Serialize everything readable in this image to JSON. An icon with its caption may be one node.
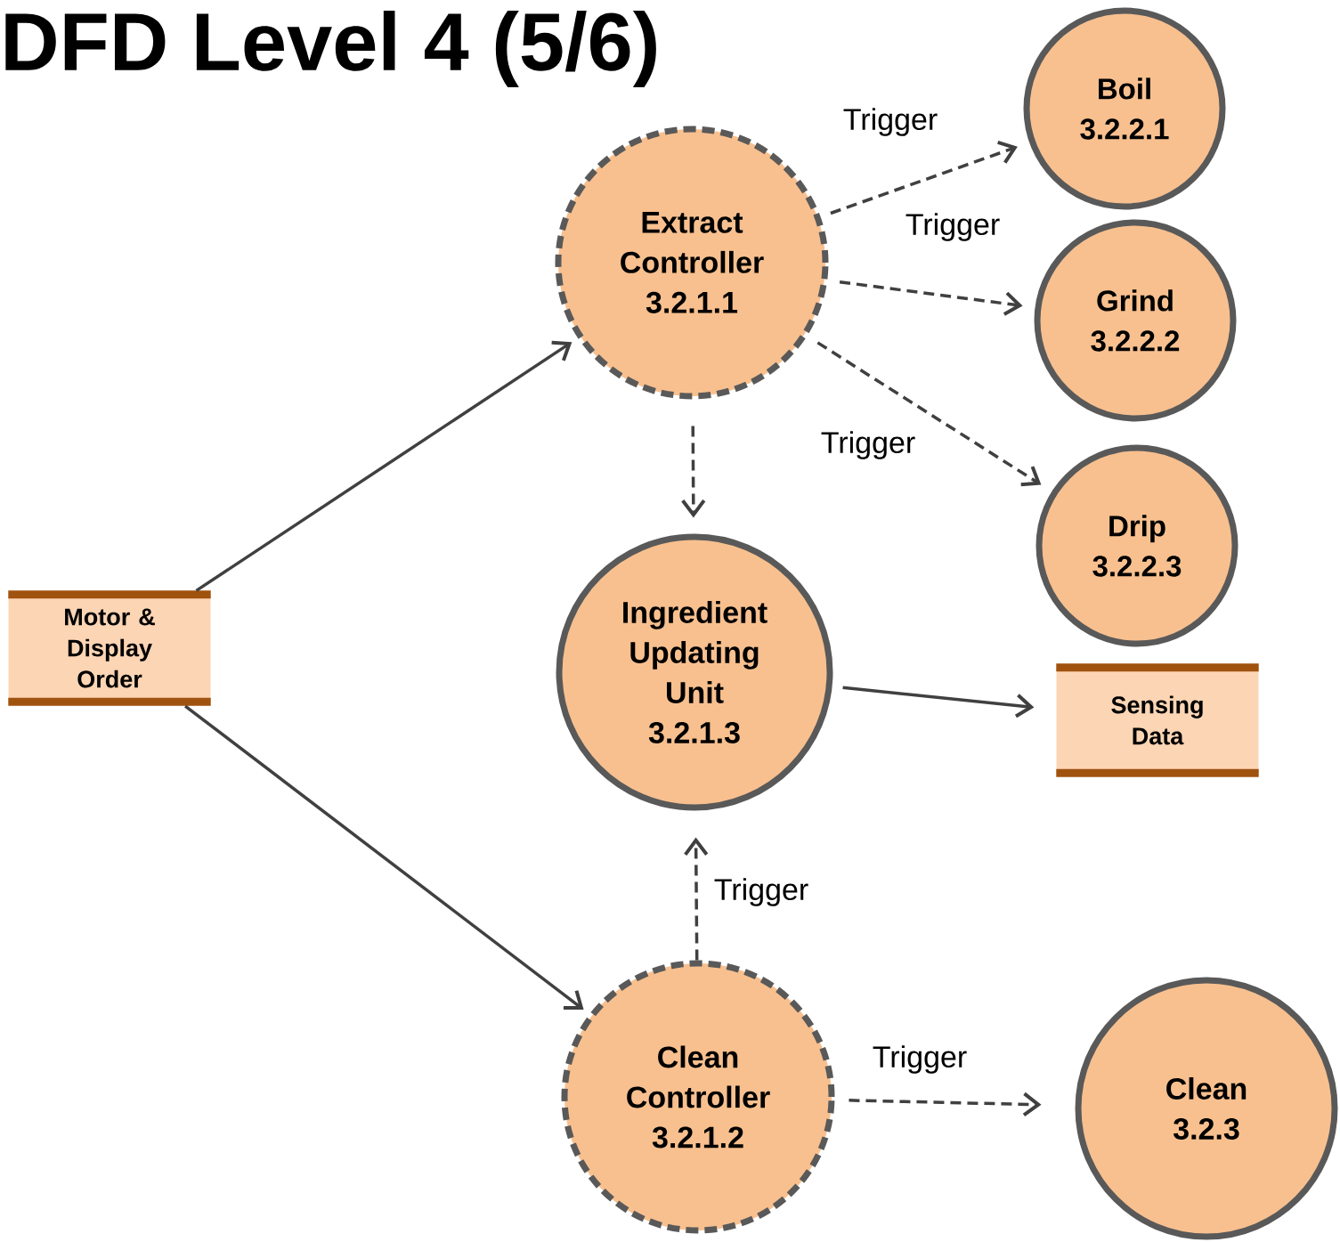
{
  "diagram": {
    "title": "DFD Level 4 (5/6)",
    "nodes": [
      {
        "text": [
          "Motor & Display Order"
        ]
      },
      {
        "text": [
          "Extract Controller",
          "3.2.1.1"
        ]
      },
      {
        "text": [
          "Boil",
          "3.2.2.1"
        ]
      },
      {
        "text": [
          "Grind",
          "3.2.2.2"
        ]
      },
      {
        "text": [
          "Drip",
          "3.2.2.3"
        ]
      },
      {
        "text": [
          "Ingredient Updating Unit",
          "3.2.1.3"
        ]
      },
      {
        "text": [
          "Sensing Data"
        ]
      },
      {
        "text": [
          "Clean Controller",
          "3.2.1.2"
        ]
      },
      {
        "text": [
          "Clean",
          "3.2.3"
        ]
      }
    ],
    "edges": [
      {
        "from": 0,
        "to": 1,
        "arrow": "to"
      },
      {
        "from": 0,
        "to": 7,
        "arrow": "to"
      },
      {
        "from": 1,
        "to": 2,
        "arrow": "to",
        "style": "dashed",
        "label": "Trigger"
      },
      {
        "from": 1,
        "to": 3,
        "arrow": "to",
        "style": "dashed",
        "label": "Trigger"
      },
      {
        "from": 1,
        "to": 4,
        "arrow": "to",
        "style": "dashed",
        "label": "Trigger"
      },
      {
        "from": 1,
        "to": 5,
        "arrow": "to",
        "style": "dashed"
      },
      {
        "from": 5,
        "to": 6,
        "arrow": "to"
      },
      {
        "from": 7,
        "to": 5,
        "arrow": "to",
        "style": "dashed",
        "label": "Trigger"
      },
      {
        "from": 7,
        "to": 8,
        "arrow": "to",
        "style": "dashed",
        "label": "Trigger"
      }
    ]
  }
}
